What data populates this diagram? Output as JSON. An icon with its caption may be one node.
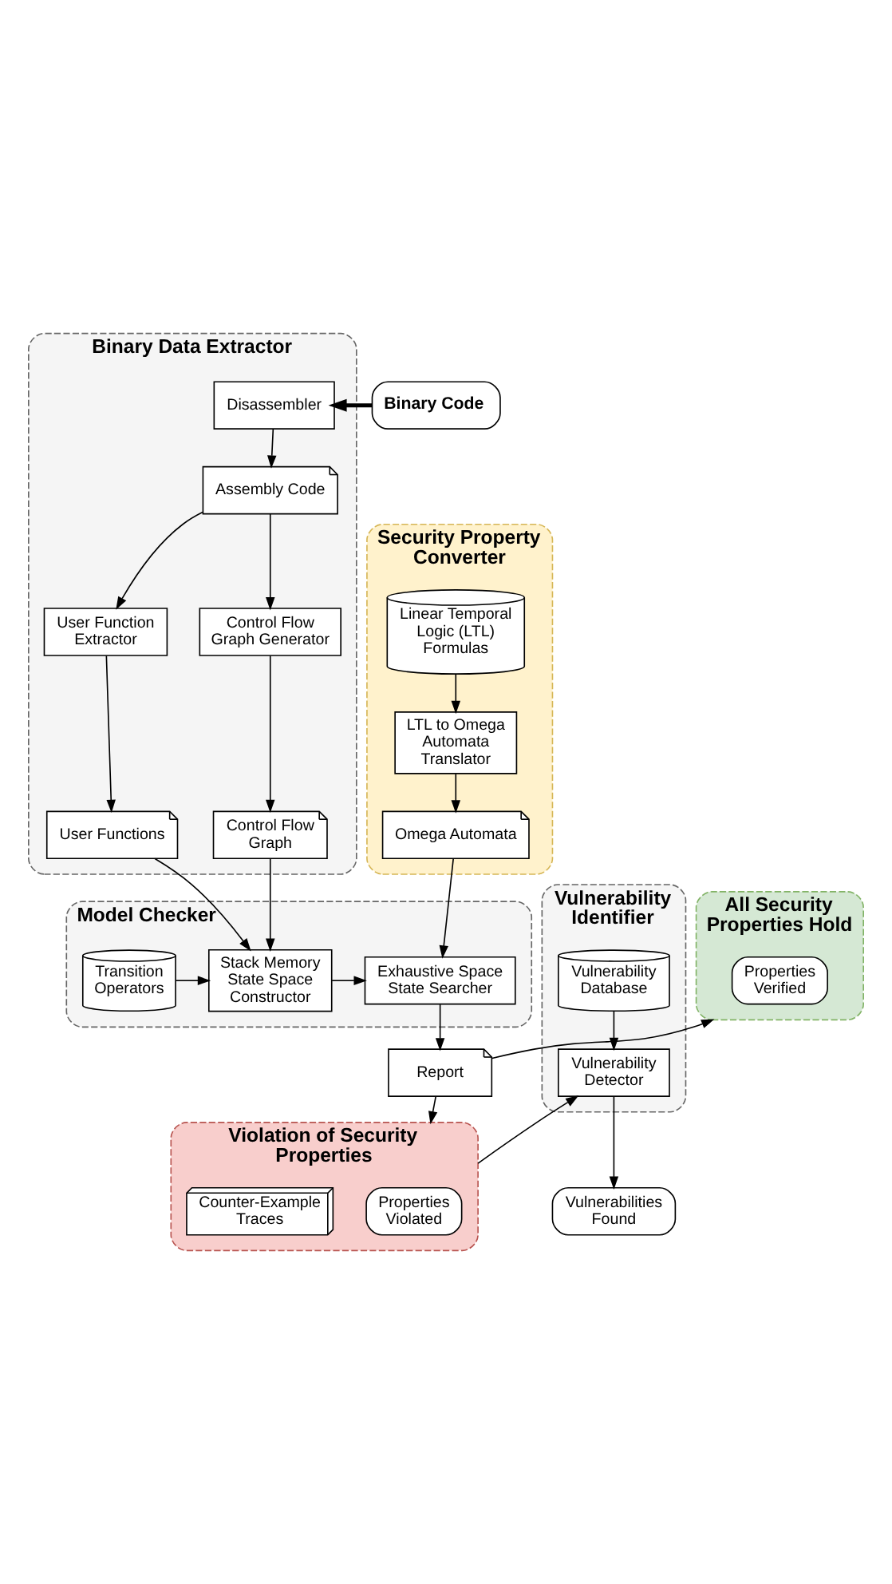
{
  "diagram": {
    "nodes": [
      {
        "text": [
          "Binary Data Extractor"
        ]
      },
      {
        "text": [
          "Disassembler"
        ],
        "in": 0
      },
      {
        "text": [
          "Assembly Code"
        ],
        "in": 0
      },
      {
        "text": [
          "User Function Extractor"
        ],
        "in": 0
      },
      {
        "text": [
          "Control Flow Graph Generator"
        ],
        "in": 0
      },
      {
        "text": [
          "User Functions"
        ],
        "in": 0
      },
      {
        "text": [
          "Control Flow Graph"
        ],
        "in": 0
      },
      {
        "text": [
          "Binary Code"
        ]
      },
      {
        "text": [
          "Security Property Converter"
        ]
      },
      {
        "text": [
          "Linear Temporal Logic (LTL) Formulas"
        ],
        "in": 8
      },
      {
        "text": [
          "LTL to Omega Automata Translator"
        ],
        "in": 8
      },
      {
        "text": [
          "Omega Automata"
        ],
        "in": 8
      },
      {
        "text": [
          "Model Checker"
        ]
      },
      {
        "text": [
          "Transition Operators"
        ],
        "in": 12
      },
      {
        "text": [
          "Stack Memory State Space Constructor"
        ],
        "in": 12
      },
      {
        "text": [
          "Exhaustive Space State Searcher"
        ],
        "in": 12
      },
      {
        "text": [
          "Vulnerability Identifier"
        ]
      },
      {
        "text": [
          "Vulnerability Database"
        ],
        "in": 16
      },
      {
        "text": [
          "Vulnerability Detector"
        ],
        "in": 16
      },
      {
        "text": [
          "Vulnerabilities Found"
        ]
      },
      {
        "text": [
          "All Security Properties Hold"
        ]
      },
      {
        "text": [
          "Properties Verified"
        ],
        "in": 20
      },
      {
        "text": [
          "Report"
        ]
      },
      {
        "text": [
          "Violation of Security Properties"
        ]
      },
      {
        "text": [
          "Properties Violated"
        ],
        "in": 23
      },
      {
        "text": [
          "Counter-Example Traces"
        ],
        "in": 23
      }
    ],
    "edges": [
      {
        "from": 7,
        "to": 1,
        "arrow": "to",
        "style": "thick"
      },
      {
        "from": 1,
        "to": 2,
        "arrow": "to"
      },
      {
        "from": 2,
        "to": 3,
        "arrow": "to"
      },
      {
        "from": 2,
        "to": 4,
        "arrow": "to"
      },
      {
        "from": 3,
        "to": 5,
        "arrow": "to"
      },
      {
        "from": 4,
        "to": 6,
        "arrow": "to"
      },
      {
        "from": 5,
        "to": 14,
        "arrow": "to"
      },
      {
        "from": 6,
        "to": 14,
        "arrow": "to"
      },
      {
        "from": 9,
        "to": 10,
        "arrow": "to"
      },
      {
        "from": 10,
        "to": 11,
        "arrow": "to"
      },
      {
        "from": 11,
        "to": 15,
        "arrow": "to"
      },
      {
        "from": 13,
        "to": 14,
        "arrow": "to"
      },
      {
        "from": 14,
        "to": 15,
        "arrow": "to"
      },
      {
        "from": 15,
        "to": 22,
        "arrow": "to"
      },
      {
        "from": 22,
        "to": 20,
        "arrow": "to"
      },
      {
        "from": 22,
        "to": 23,
        "arrow": "to"
      },
      {
        "from": 23,
        "to": 18,
        "arrow": "to"
      },
      {
        "from": 17,
        "to": 18,
        "arrow": "to"
      },
      {
        "from": 18,
        "to": 19,
        "arrow": "to"
      }
    ]
  }
}
